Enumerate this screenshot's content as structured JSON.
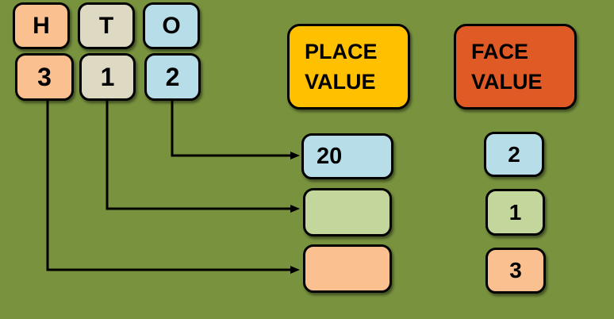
{
  "colors": {
    "background": "#78923E",
    "peach": "#FAC090",
    "tan": "#DDD9C3",
    "blue": "#B7DEE8",
    "green": "#C3D69B",
    "gold": "#FFC000",
    "orange": "#E05A25",
    "outline": "#000000"
  },
  "hto_table": {
    "headers": [
      {
        "label": "H",
        "color_key": "peach"
      },
      {
        "label": "T",
        "color_key": "tan"
      },
      {
        "label": "O",
        "color_key": "blue"
      }
    ],
    "digits": [
      {
        "label": "3",
        "color_key": "peach"
      },
      {
        "label": "1",
        "color_key": "tan"
      },
      {
        "label": "2",
        "color_key": "blue"
      }
    ]
  },
  "place_value": {
    "title": "PLACE\nVALUE",
    "items": [
      {
        "value": "20",
        "color_key": "blue"
      },
      {
        "value": "",
        "color_key": "green"
      },
      {
        "value": "",
        "color_key": "peach"
      }
    ]
  },
  "face_value": {
    "title": "FACE\nVALUE",
    "items": [
      {
        "value": "2",
        "color_key": "blue"
      },
      {
        "value": "1",
        "color_key": "green"
      },
      {
        "value": "3",
        "color_key": "peach"
      }
    ]
  },
  "connections": [
    {
      "from": "digit-ones-2",
      "to": "place-value-row-1"
    },
    {
      "from": "digit-tens-1",
      "to": "place-value-row-2"
    },
    {
      "from": "digit-hundreds-3",
      "to": "place-value-row-3"
    }
  ]
}
